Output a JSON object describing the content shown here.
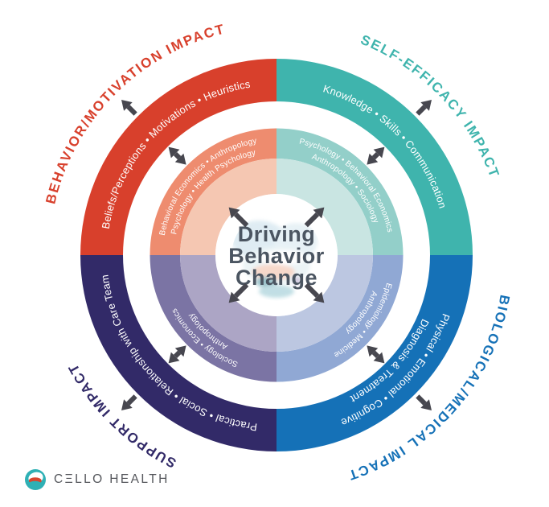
{
  "diagram": {
    "center": {
      "line1": "Driving",
      "line2": "Behavior",
      "line3": "Change",
      "text_color": "#4b5561"
    },
    "arrow_color": "#47474f",
    "quadrants": [
      {
        "id": "tl",
        "label": "BEHAVIOR/MOTIVATION IMPACT",
        "outer_ring_lines": [
          "Beliefs/Perceptions  •  Motivations  •  Heuristics"
        ],
        "middle_ring_lines": [
          "Behavioral Economics • Anthropology",
          "Psychology • Health Psychology"
        ],
        "colors": {
          "outer": "#d8402c",
          "middle": "#ee8c6f",
          "inner": "#f5c7b2"
        }
      },
      {
        "id": "tr",
        "label": "SELF-EFFICACY IMPACT",
        "outer_ring_lines": [
          "Knowledge  •  Skills  •  Communication"
        ],
        "middle_ring_lines": [
          "Psychology • Behavioral Economics",
          "Anthropology • Sociology"
        ],
        "colors": {
          "outer": "#3fb4ad",
          "middle": "#93cfc9",
          "inner": "#c9e5e2"
        }
      },
      {
        "id": "br",
        "label": "BIOLOGICAL/MEDICAL IMPACT",
        "outer_ring_lines": [
          "Physical  •  Emotional  •  Cognitive",
          "Diagnosis & Treatment"
        ],
        "middle_ring_lines": [
          "Epidemiology • Medicine",
          "Anthropology"
        ],
        "colors": {
          "outer": "#1571b7",
          "middle": "#90a8d4",
          "inner": "#bcc7e1"
        }
      },
      {
        "id": "bl",
        "label": "SUPPORT IMPACT",
        "outer_ring_lines": [
          "Practical  •  Social  •  Relationship with Care Team"
        ],
        "middle_ring_lines": [
          "Sociology • Economics",
          "Anthropology"
        ],
        "colors": {
          "outer": "#322a68",
          "middle": "#7b74a4",
          "inner": "#aca5c5"
        }
      }
    ]
  },
  "footer": {
    "logo_text": "CΞLLO HEALTH",
    "logo_colors": {
      "teal": "#2fb0b5",
      "red": "#d8462f",
      "text": "#55575c"
    }
  }
}
